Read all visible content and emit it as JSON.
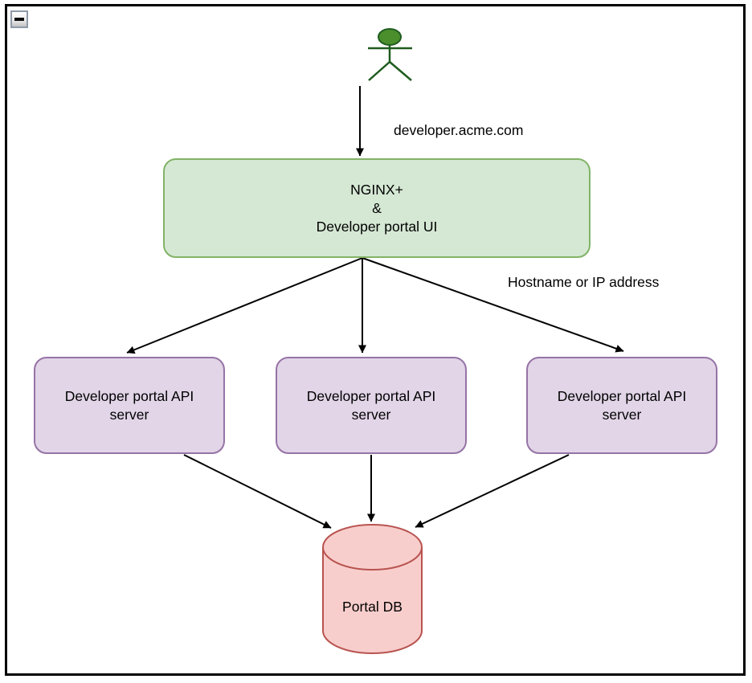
{
  "window": {
    "collapse_icon": "minus"
  },
  "colors": {
    "green_fill": "#d5e8d4",
    "green_stroke": "#82b366",
    "purple_fill": "#e1d5e7",
    "purple_stroke": "#9673a6",
    "red_fill": "#f8cecc",
    "red_stroke": "#b85450",
    "actor_fill": "#4a8f2c",
    "actor_stroke": "#1f5c1f",
    "edge_color": "#000000"
  },
  "diagram": {
    "labels": {
      "domain": "developer.acme.com",
      "routing": "Hostname or IP address"
    },
    "nodes": {
      "gateway": {
        "label": "NGINX+\n&\nDeveloper portal UI"
      },
      "api_servers": [
        {
          "label": "Developer portal API\nserver"
        },
        {
          "label": "Developer portal API\nserver"
        },
        {
          "label": "Developer portal API\nserver"
        }
      ],
      "database": {
        "label": "Portal DB"
      }
    }
  }
}
